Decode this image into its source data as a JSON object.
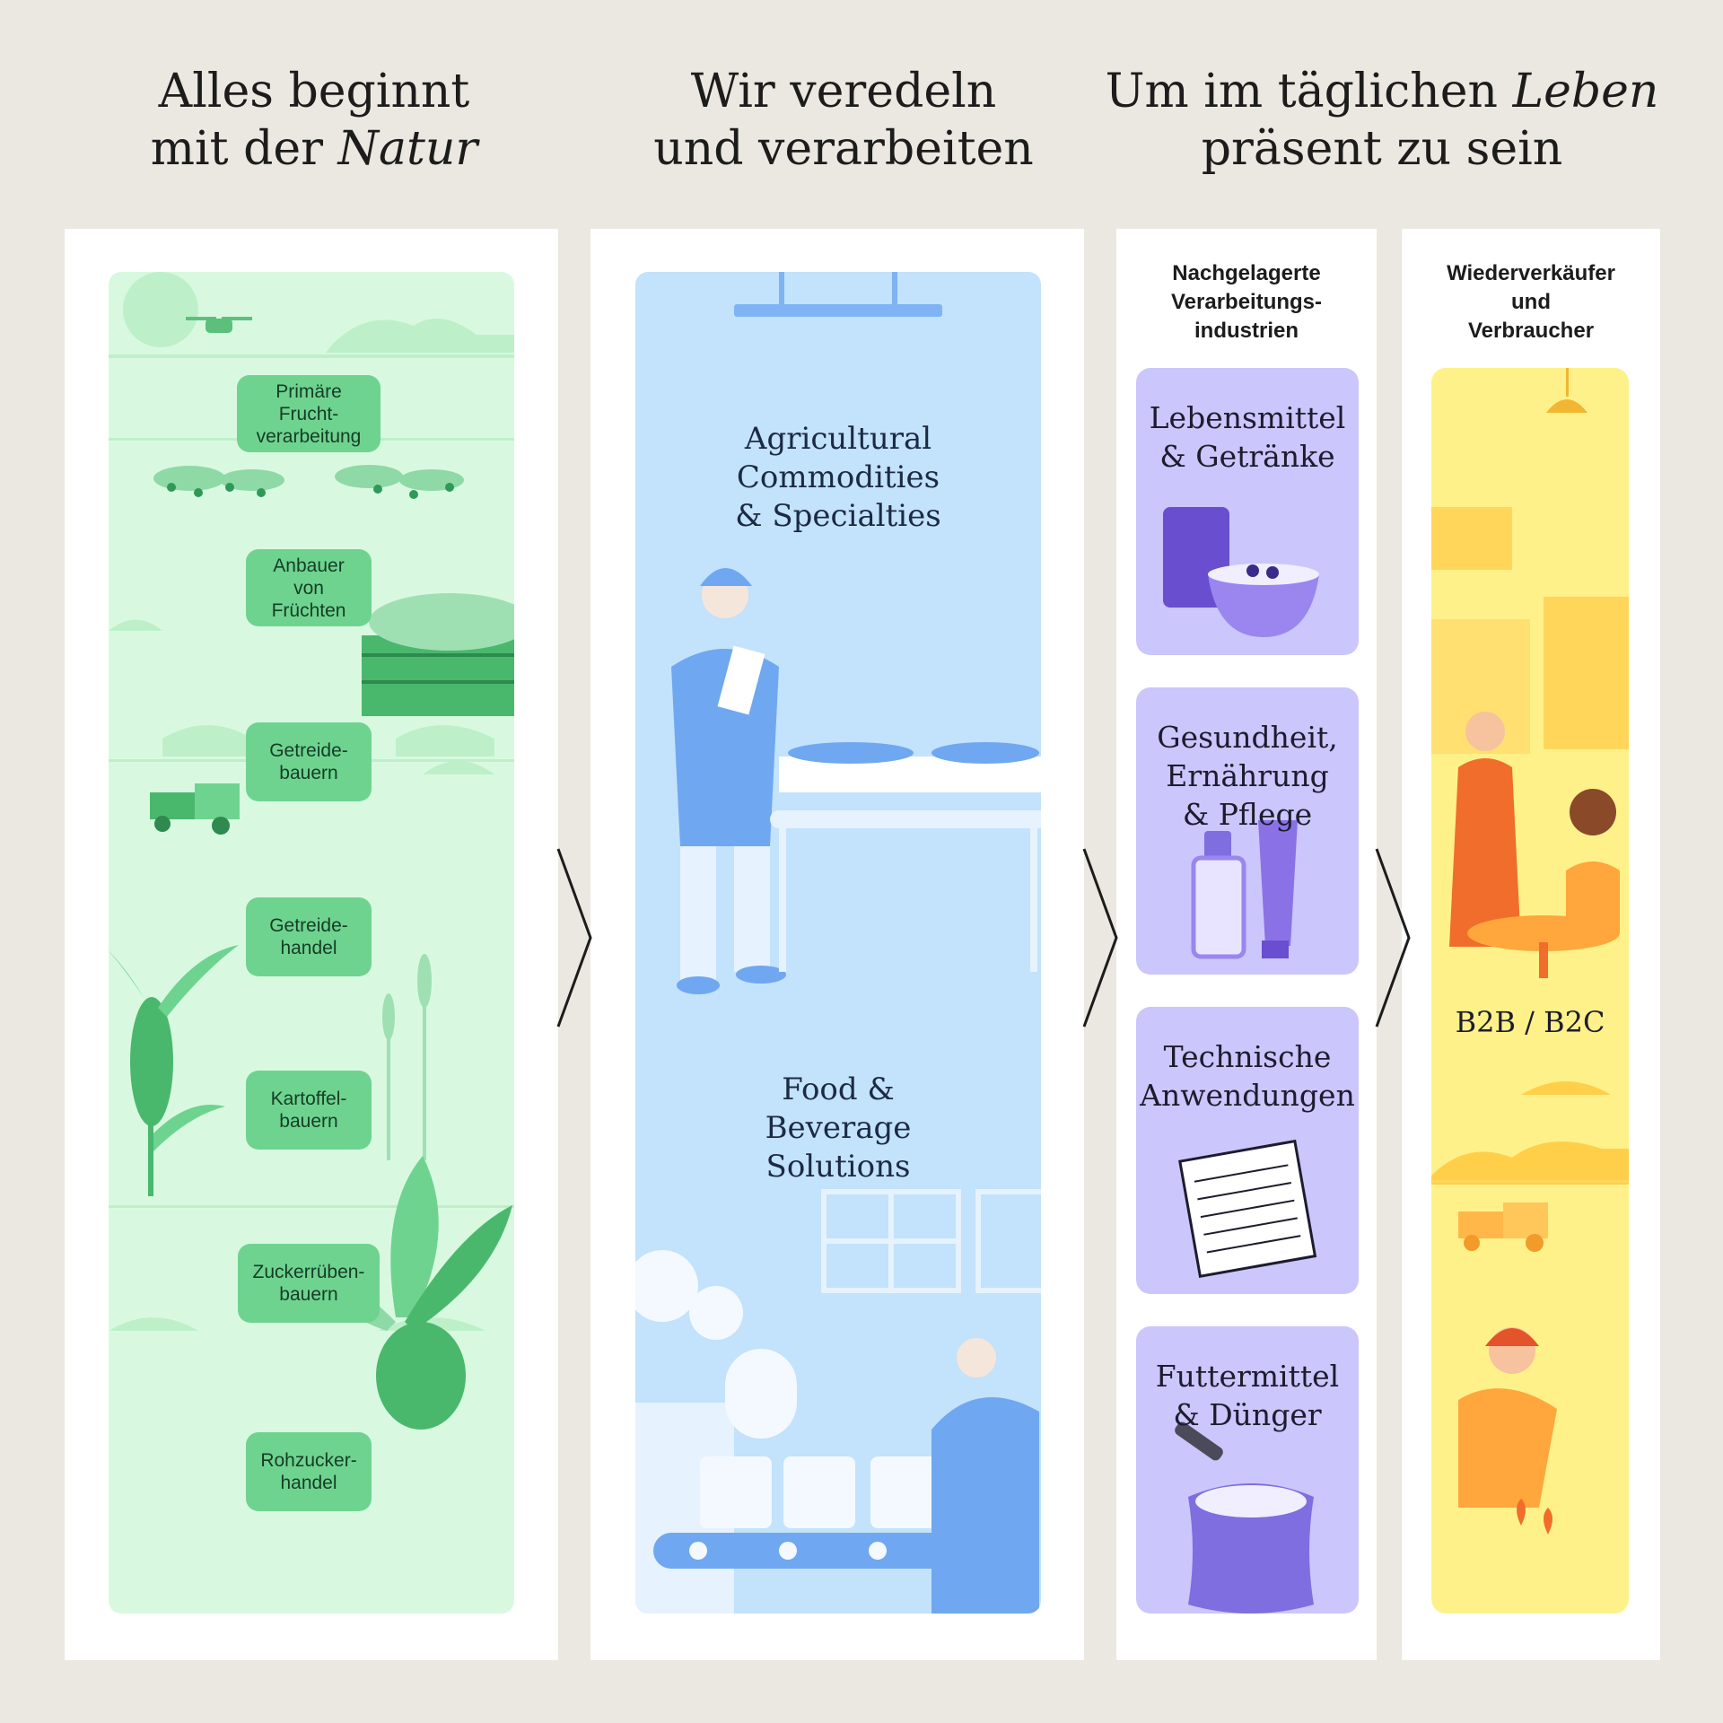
{
  "headings": [
    {
      "line1": "Alles beginnt",
      "line2_pre": "mit der ",
      "line2_em": "Natur"
    },
    {
      "line1": "Wir veredeln",
      "line2": "und verarbeiten"
    },
    {
      "line1_pre": "Um im täglichen ",
      "line1_em": "Leben",
      "line2": "präsent zu sein"
    }
  ],
  "nature_steps": [
    [
      "Primäre",
      "Frucht-",
      "verarbeitung"
    ],
    [
      "Anbauer",
      "von",
      "Früchten"
    ],
    [
      "Getreide-",
      "bauern"
    ],
    [
      "Getreide-",
      "handel"
    ],
    [
      "Kartoffel-",
      "bauern"
    ],
    [
      "Zuckerrüben-",
      "bauern"
    ],
    [
      "Rohzucker-",
      "handel"
    ]
  ],
  "processing": {
    "segment1": [
      "Agricultural",
      "Commodities",
      "& Specialties"
    ],
    "segment2": [
      "Food &",
      "Beverage",
      "Solutions"
    ]
  },
  "downstream": {
    "header": [
      "Nachgelagerte",
      "Verarbeitungs-",
      "industrien"
    ],
    "cards": [
      [
        "Lebensmittel",
        "& Getränke"
      ],
      [
        "Gesundheit,",
        "Ernährung",
        "& Pflege"
      ],
      [
        "Technische",
        "Anwendungen"
      ],
      [
        "Futtermittel",
        "& Dünger"
      ]
    ]
  },
  "consumers": {
    "header": [
      "Wiederverkäufer",
      "und",
      "Verbraucher"
    ],
    "label": "B2B / B2C"
  },
  "colors": {
    "background": "#ebe8e1",
    "nature": "#d8f9e0",
    "nature_pill": "#6fd390",
    "processing": "#c3e2fb",
    "downstream_card": "#cbc6fb",
    "consumer": "#fff18a"
  }
}
